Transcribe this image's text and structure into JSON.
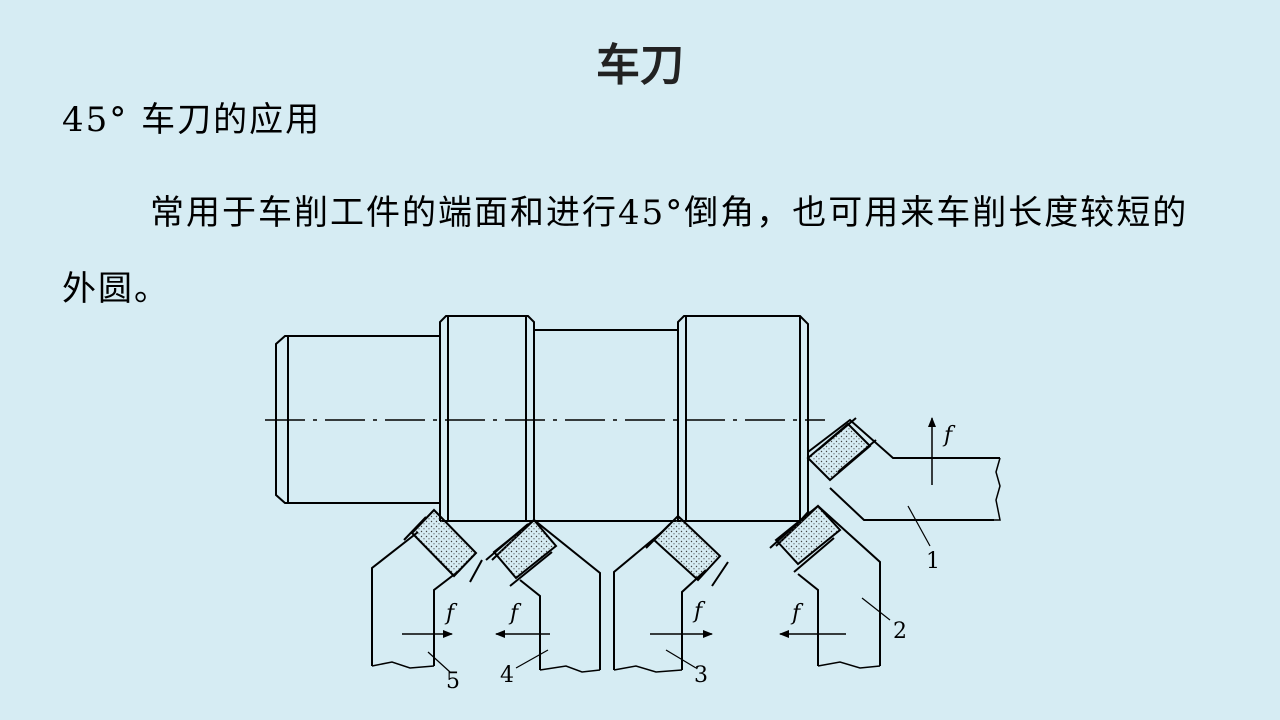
{
  "slide": {
    "title": "车刀",
    "subheading": "45° 车刀的应用",
    "paragraph": "常用于车削工件的端面和进行45°倒角，也可用来车削长度较短的外圆。"
  },
  "figure": {
    "feed_symbol": "f",
    "tool_labels": [
      "1",
      "2",
      "3",
      "4",
      "5"
    ]
  }
}
